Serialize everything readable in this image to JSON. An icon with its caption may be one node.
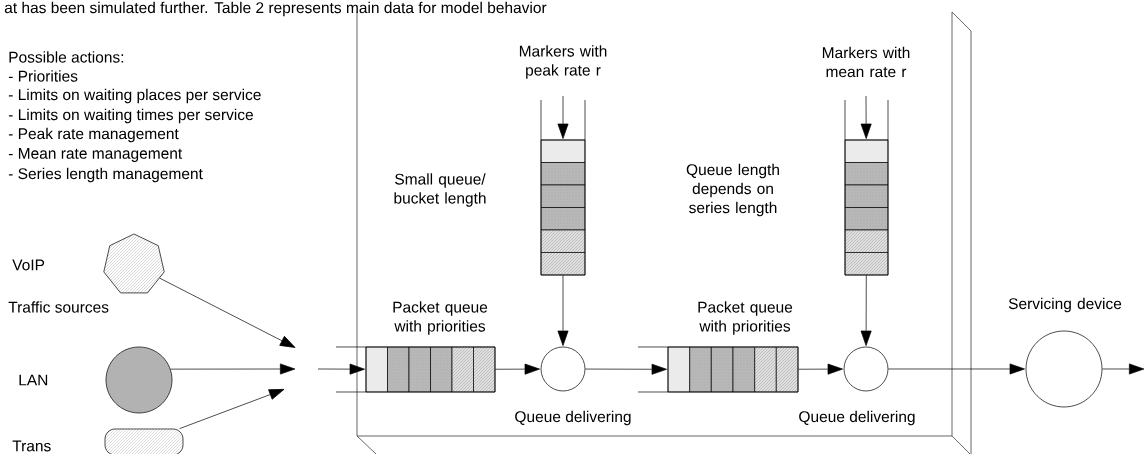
{
  "diagram": {
    "nodes": [
      {
        "text": [
          "VoIP"
        ]
      },
      {
        "text": [
          "LAN"
        ]
      },
      {
        "text": [
          "Trans"
        ]
      },
      {
        "text": [
          "Packet queue with priorities"
        ]
      },
      {
        "text": [],
        "shape": "circle",
        "beside": [
          "Queue delivering"
        ]
      },
      {
        "text": [
          "Markers with peak rate r"
        ]
      },
      {
        "text": [
          "Packet queue with priorities"
        ]
      },
      {
        "text": [],
        "shape": "circle",
        "beside": [
          "Queue delivering"
        ]
      },
      {
        "text": [
          "Markers with mean rate r"
        ]
      },
      {
        "text": [
          "Servicing device"
        ]
      }
    ],
    "edges": [
      {
        "from": 0,
        "to": null,
        "arrow": "to"
      },
      {
        "from": 1,
        "to": null,
        "arrow": "to"
      },
      {
        "from": 2,
        "to": null,
        "arrow": "to"
      },
      {
        "from": null,
        "to": 3,
        "arrow": "to"
      },
      {
        "from": 3,
        "to": 4,
        "arrow": "to"
      },
      {
        "from": null,
        "to": 5,
        "arrow": "to"
      },
      {
        "from": 5,
        "to": 4,
        "arrow": "to"
      },
      {
        "from": 4,
        "to": 6,
        "arrow": "to"
      },
      {
        "from": 6,
        "to": 7,
        "arrow": "to"
      },
      {
        "from": null,
        "to": 8,
        "arrow": "to"
      },
      {
        "from": 8,
        "to": 7,
        "arrow": "to"
      },
      {
        "from": 7,
        "to": 9,
        "arrow": "to"
      },
      {
        "from": 9,
        "to": null,
        "arrow": "to"
      }
    ],
    "labels": [
      "at has been simulated further. Table 2 represents main data for model behavior",
      "Possible actions:",
      "- Priorities",
      "- Limits on waiting places per service",
      "- Limits on waiting times per service",
      "- Peak rate management",
      "- Mean rate management",
      "- Series length management",
      "Traffic sources",
      "Small queue/ bucket length",
      "Queue length depends on series length"
    ]
  }
}
